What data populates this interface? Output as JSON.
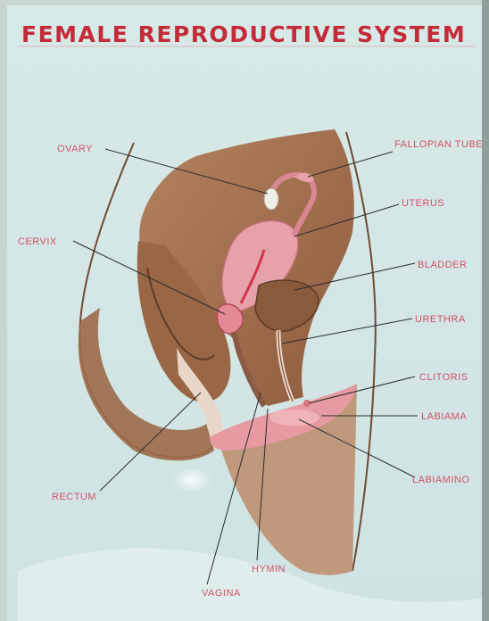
{
  "title": "FEMALE REPRODUCTIVE SYSTEM",
  "labels": {
    "ovary": "OVARY",
    "fallopian_tube": "FALLOPIAN TUBE",
    "uterus": "UTERUS",
    "cervix": "CERVIX",
    "bladder": "BLADDER",
    "urethra": "URETHRA",
    "clitoris": "CLITORIS",
    "labia_majora": "LABIAMA",
    "labia_minora": "LABIAMINO",
    "rectum": "RECTUM",
    "hymin": "HYMIN",
    "vagina": "VAGINA"
  },
  "colors": {
    "poster_bg": "#d9e9e6",
    "title_red": "#c42a38",
    "label_pink": "#d2506a",
    "flesh_brown": "#a06e4c",
    "organ_pink": "#e6a2a8"
  }
}
